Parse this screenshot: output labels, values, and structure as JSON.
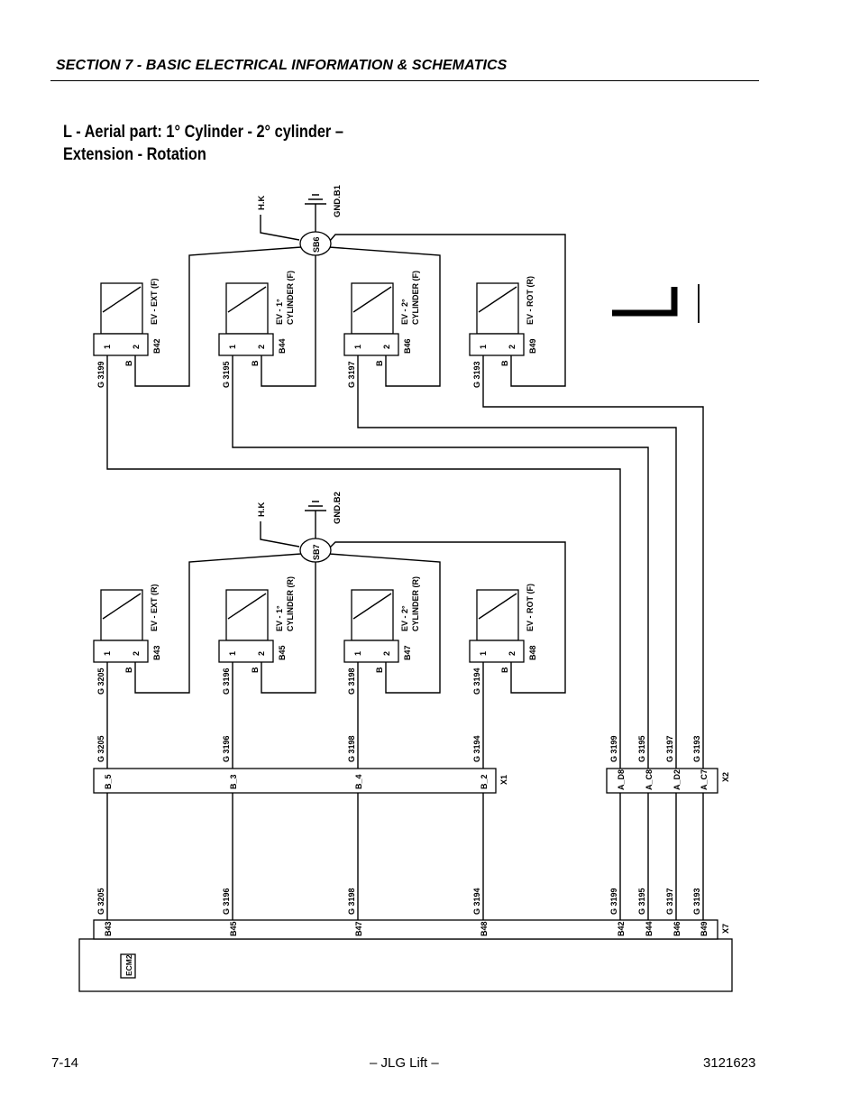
{
  "header": {
    "section": "SECTION 7 - BASIC ELECTRICAL INFORMATION & SCHEMATICS"
  },
  "title": {
    "line1": "L - Aerial part: 1° Cylinder - 2° cylinder –",
    "line2": "Extension - Rotation"
  },
  "diagram": {
    "upper": {
      "ground_source": "H.K",
      "ground_label": "GND.B1",
      "splice": "SB6",
      "valves": [
        {
          "name": "EV - EXT (F)",
          "name2": "",
          "connector": "B42",
          "wire_pin1": "G 3199",
          "wire_pin2": "B",
          "pin1": "1",
          "pin2": "2"
        },
        {
          "name": "EV - 1°",
          "name2": "CYLINDER (F)",
          "connector": "B44",
          "wire_pin1": "G 3195",
          "wire_pin2": "B",
          "pin1": "1",
          "pin2": "2"
        },
        {
          "name": "EV - 2°",
          "name2": "CYLINDER (F)",
          "connector": "B46",
          "wire_pin1": "G 3197",
          "wire_pin2": "B",
          "pin1": "1",
          "pin2": "2"
        },
        {
          "name": "EV - ROT (R)",
          "name2": "",
          "connector": "B49",
          "wire_pin1": "G 3193",
          "wire_pin2": "B",
          "pin1": "1",
          "pin2": "2"
        }
      ]
    },
    "lower": {
      "ground_source": "H.K",
      "ground_label": "GND.B2",
      "splice": "SB7",
      "valves": [
        {
          "name": "EV - EXT (R)",
          "name2": "",
          "connector": "B43",
          "wire_pin1": "G 3205",
          "wire_pin2": "B",
          "pin1": "1",
          "pin2": "2"
        },
        {
          "name": "EV - 1°",
          "name2": "CYLINDER (R)",
          "connector": "B45",
          "wire_pin1": "G 3196",
          "wire_pin2": "B",
          "pin1": "1",
          "pin2": "2"
        },
        {
          "name": "EV - 2°",
          "name2": "CYLINDER (R)",
          "connector": "B47",
          "wire_pin1": "G 3198",
          "wire_pin2": "B",
          "pin1": "1",
          "pin2": "2"
        },
        {
          "name": "EV - ROT (F)",
          "name2": "",
          "connector": "B48",
          "wire_pin1": "G 3194",
          "wire_pin2": "B",
          "pin1": "1",
          "pin2": "2"
        }
      ]
    },
    "x1": {
      "label": "X1",
      "pins": [
        "B_5",
        "B_3",
        "B_4",
        "B_2"
      ],
      "wires_top": [
        "G 3205",
        "G 3196",
        "G 3198",
        "G 3194"
      ],
      "wires_bottom": [
        "G 3205",
        "G 3196",
        "G 3198",
        "G 3194"
      ]
    },
    "x2": {
      "label": "X2",
      "pins": [
        "A_D8",
        "A_C8",
        "A_D2",
        "A_C7"
      ],
      "wires_top": [
        "G 3199",
        "G 3195",
        "G 3197",
        "G 3193"
      ],
      "wires_bottom": [
        "G 3199",
        "G 3195",
        "G 3197",
        "G 3193"
      ]
    },
    "x7": {
      "label": "X7",
      "pins": [
        "B43",
        "B45",
        "B47",
        "B48",
        "B42",
        "B44",
        "B46",
        "B49"
      ]
    },
    "ecm": {
      "label": "ECM2"
    },
    "page_marker": "L"
  },
  "footer": {
    "page": "7-14",
    "center": "– JLG Lift –",
    "doc": "3121623"
  }
}
